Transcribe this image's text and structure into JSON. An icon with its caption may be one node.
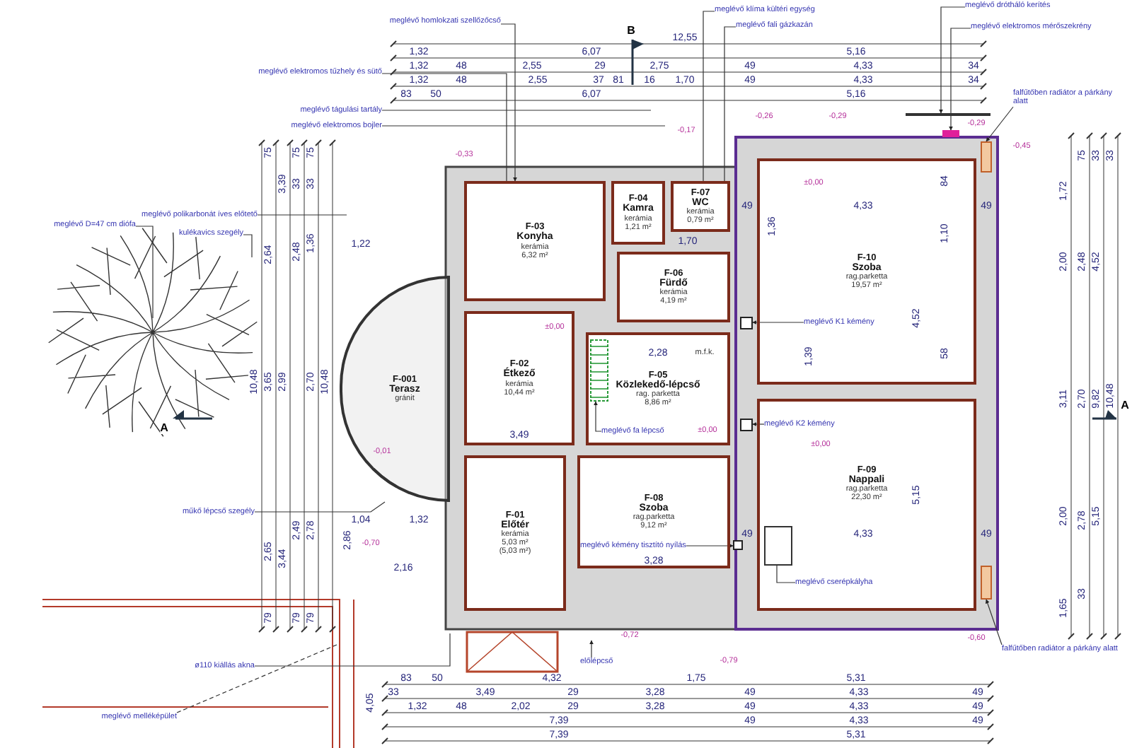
{
  "diagram": {
    "nodes": [
      {
        "text": [
          "F-03",
          "Konyha",
          "kerámia",
          "6,32 m²"
        ]
      },
      {
        "text": [
          "F-04",
          "Kamra",
          "kerámia",
          "1,21 m²"
        ]
      },
      {
        "text": [
          "F-07",
          "WC",
          "kerámia",
          "0,79 m²"
        ]
      },
      {
        "text": [
          "F-06",
          "Fürdő",
          "kerámia",
          "4,19 m²"
        ]
      },
      {
        "text": [
          "F-10",
          "Szoba",
          "rag.parketta",
          "19,57 m²"
        ]
      },
      {
        "text": [
          "F-001",
          "Terasz",
          "gránit"
        ]
      },
      {
        "text": [
          "F-02",
          "Étkező",
          "kerámia",
          "10,44 m²"
        ]
      },
      {
        "text": [
          "F-05",
          "Közlekedő-lépcső",
          "rag. parketta",
          "8,86 m²"
        ]
      },
      {
        "text": [
          "F-01",
          "Előtér",
          "kerámia",
          "5,03 m²",
          "(5,03 m²)"
        ]
      },
      {
        "text": [
          "F-08",
          "Szoba",
          "rag.parketta",
          "9,12 m²"
        ]
      },
      {
        "text": [
          "F-09",
          "Nappali",
          "rag.parketta",
          "22,30 m²"
        ]
      },
      {
        "text": [
          "meglévő homlokzati szellőzőcső"
        ]
      },
      {
        "text": [
          "meglévő elektromos tűzhely és sütő"
        ]
      },
      {
        "text": [
          "meglévő tágulási tartály"
        ]
      },
      {
        "text": [
          "meglévő elektromos bojler"
        ]
      },
      {
        "text": [
          "meglévő polikarbonát íves előtető"
        ]
      },
      {
        "text": [
          "kulékavics szegély"
        ]
      },
      {
        "text": [
          "meglévő D=47 cm diófa"
        ]
      },
      {
        "text": [
          "műkő lépcső szegély"
        ]
      },
      {
        "text": [
          "ø110 kiállás akna"
        ]
      },
      {
        "text": [
          "meglévő melléképület"
        ]
      },
      {
        "text": [
          "meglévő klíma kültéri egység"
        ]
      },
      {
        "text": [
          "meglévő fali gázkazán"
        ]
      },
      {
        "text": [
          "meglévő drótháló kerítés"
        ]
      },
      {
        "text": [
          "meglévő elektromos mérőszekrény"
        ]
      },
      {
        "text": [
          "falfűtőben radiátor a párkány alatt"
        ]
      },
      {
        "text": [
          "meglévő K1 kémény"
        ],
        "in": 4
      },
      {
        "text": [
          "meglévő fa lépcső"
        ],
        "in": 7
      },
      {
        "text": [
          "meglévő K2 kémény"
        ],
        "in": 10
      },
      {
        "text": [
          "meglévő kémény tisztító nyílás"
        ],
        "in": 9
      },
      {
        "text": [
          "meglévő cserépkályha"
        ],
        "in": 10
      },
      {
        "text": [
          "előlépcső"
        ]
      },
      {
        "text": [
          "falfűtőben radiátor a párkány alatt"
        ]
      },
      {
        "text": [],
        "shape": "box"
      },
      {
        "text": [],
        "shape": "box"
      },
      {
        "text": [],
        "shape": "box",
        "in": 10
      },
      {
        "text": [],
        "shape": "box",
        "in": 7
      },
      {
        "text": [],
        "shape": "box"
      },
      {
        "text": [],
        "shape": "box"
      },
      {
        "text": [],
        "shape": "box"
      },
      {
        "text": [],
        "shape": "box"
      },
      {
        "text": [],
        "shape": "bar"
      }
    ],
    "edges": [
      {
        "from": 11,
        "to": 0,
        "arrow": "to"
      },
      {
        "from": 12,
        "to": 0,
        "arrow": "none"
      },
      {
        "from": 13,
        "to": null,
        "arrow": "none"
      },
      {
        "from": 14,
        "to": null,
        "arrow": "none"
      },
      {
        "from": 15,
        "to": null,
        "arrow": "none"
      },
      {
        "from": 16,
        "to": null,
        "arrow": "none"
      },
      {
        "from": 17,
        "to": null,
        "arrow": "none"
      },
      {
        "from": 18,
        "to": 5,
        "arrow": "none"
      },
      {
        "from": 19,
        "to": null,
        "arrow": "none"
      },
      {
        "from": 20,
        "to": null,
        "arrow": "none",
        "style": "dashed"
      },
      {
        "from": 21,
        "to": 2,
        "arrow": "none"
      },
      {
        "from": 22,
        "to": 2,
        "arrow": "none"
      },
      {
        "from": 23,
        "to": 41,
        "arrow": "to"
      },
      {
        "from": 24,
        "to": 38,
        "arrow": "to"
      },
      {
        "from": 25,
        "to": 39,
        "arrow": "to"
      },
      {
        "from": 26,
        "to": 33,
        "arrow": "to"
      },
      {
        "from": 27,
        "to": 36,
        "arrow": "to"
      },
      {
        "from": 28,
        "to": 34,
        "arrow": "to"
      },
      {
        "from": 29,
        "to": 37,
        "arrow": "to"
      },
      {
        "from": 30,
        "to": 35,
        "arrow": "none"
      },
      {
        "from": 31,
        "to": null,
        "arrow": "to"
      },
      {
        "from": 32,
        "to": 40,
        "arrow": "to"
      }
    ],
    "labels": [
      "B",
      "12,55",
      "1,32",
      "6,07",
      "5,16",
      "1,32",
      "48",
      "2,55",
      "29",
      "2,75",
      "49",
      "4,33",
      "34",
      "1,32",
      "48",
      "2,55",
      "37",
      "81",
      "16",
      "1,70",
      "49",
      "4,33",
      "34",
      "83",
      "50",
      "6,07",
      "5,16",
      "-0,33",
      "-0,26",
      "-0,29",
      "-0,17",
      "-0,29",
      "-0,45",
      "1,22",
      "49",
      "4,33",
      "49",
      "1,70",
      "±0,00",
      "3,49",
      "2,28",
      "±0,00",
      "±0,00",
      "±0,00",
      "-0,01",
      "1,04",
      "1,32",
      "-0,70",
      "2,16",
      "49",
      "4,33",
      "49",
      "3,28",
      "-0,72",
      "-0,79",
      "-0,60",
      "83",
      "50",
      "4,32",
      "1,75",
      "5,31",
      "33",
      "3,49",
      "29",
      "3,28",
      "49",
      "4,33",
      "49",
      "1,32",
      "48",
      "2,02",
      "29",
      "3,28",
      "49",
      "4,33",
      "49",
      "7,39",
      "49",
      "4,33",
      "49",
      "7,39",
      "5,31",
      "75",
      "75",
      "75",
      "3,39",
      "33",
      "33",
      "2,64",
      "2,48",
      "1,36",
      "10,48",
      "3,65",
      "2,99",
      "2,70",
      "10,48",
      "2,65",
      "3,44",
      "2,49",
      "2,78",
      "2,86",
      "79",
      "79",
      "79",
      "4,05",
      "A",
      "75",
      "33",
      "33",
      "1,72",
      "2,00",
      "2,48",
      "4,52",
      "3,11",
      "2,70",
      "9,82",
      "10,48",
      "2,00",
      "2,78",
      "5,15",
      "1,65",
      "33",
      "A",
      "4,52",
      "1,10",
      "84",
      "58",
      "5,15",
      "1,36",
      "1,39",
      "m.f.k."
    ]
  }
}
